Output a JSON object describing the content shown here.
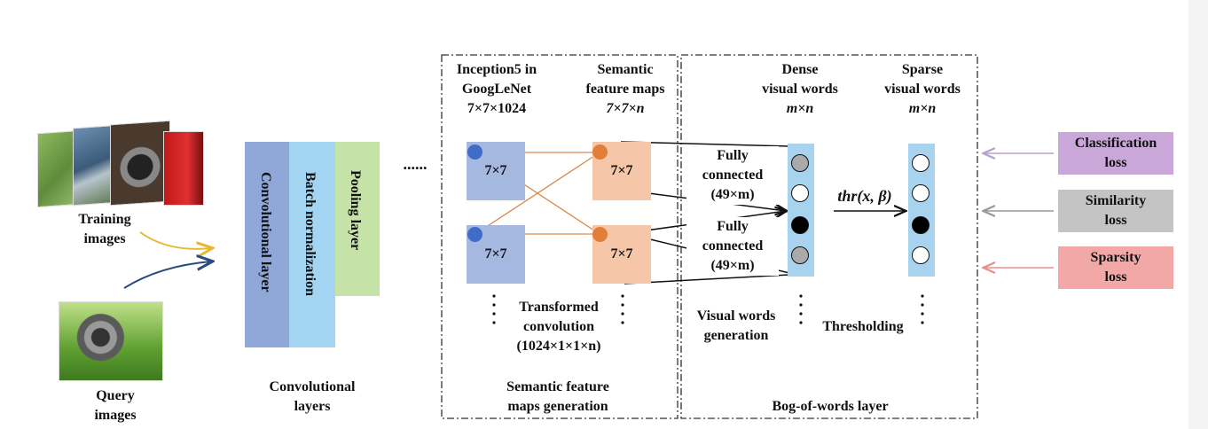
{
  "input": {
    "training_label_1": "Training",
    "training_label_2": "images",
    "query_label_1": "Query",
    "query_label_2": "images"
  },
  "conv": {
    "layer1": "Convolutional layer",
    "layer2": "Batch normalization",
    "layer3": "Pooling layer",
    "caption_1": "Convolutional",
    "caption_2": "layers",
    "ellipsis": "......"
  },
  "semantic": {
    "inception_1": "Inception5 in",
    "inception_2": "GoogLeNet",
    "inception_3": "7×7×1024",
    "sem_1": "Semantic",
    "sem_2": "feature maps",
    "sem_3": "7×7×n",
    "cell": "7×7",
    "transformed_1": "Transformed",
    "transformed_2": "convolution",
    "transformed_3": "(1024×1×1×n)",
    "caption_1": "Semantic feature",
    "caption_2": "maps generation"
  },
  "bow": {
    "dense_1": "Dense",
    "dense_2": "visual words",
    "dense_3": "m×n",
    "sparse_1": "Sparse",
    "sparse_2": "visual words",
    "sparse_3": "m×n",
    "fc1_1": "Fully",
    "fc1_2": "connected",
    "fc1_3": "(49×m)",
    "fc2_1": "Fully",
    "fc2_2": "connected",
    "fc2_3": "(49×m)",
    "thr": "thr(x, β)",
    "vwg_1": "Visual words",
    "vwg_2": "generation",
    "thresholding": "Thresholding",
    "caption": "Bog-of-words layer"
  },
  "losses": {
    "classification_1": "Classification",
    "classification_2": "loss",
    "similarity_1": "Similarity",
    "similarity_2": "loss",
    "sparsity_1": "Sparsity",
    "sparsity_2": "loss"
  },
  "colors": {
    "conv_layer": "#8fa8d8",
    "batch_norm": "#a3d4f2",
    "pooling": "#c6e3a7",
    "semantic_in": "#a5b8e0",
    "semantic_out": "#f5c7a8",
    "classification": "#c9a8d9",
    "similarity": "#c4c4c4",
    "sparsity": "#f2a8a6"
  }
}
